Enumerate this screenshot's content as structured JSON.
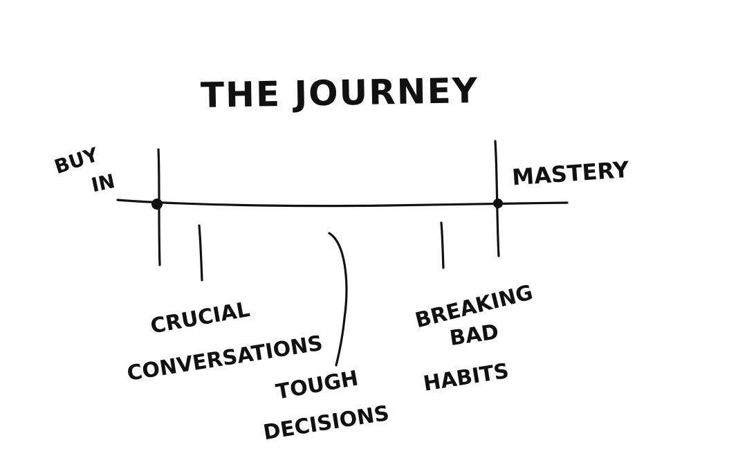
{
  "title": "THE JOURNEY",
  "start_label": [
    "BUY",
    "IN"
  ],
  "end_label": "MASTERY",
  "milestones": [
    {
      "lines": [
        "CRUCIAL",
        "CONVERSATIONS"
      ]
    },
    {
      "lines": [
        "TOUGH",
        "DECISIONS"
      ]
    },
    {
      "lines": [
        "BREAKING",
        "BAD",
        "HABITS"
      ]
    }
  ],
  "colors": {
    "ink": "#111111",
    "paper": "#ffffff"
  }
}
